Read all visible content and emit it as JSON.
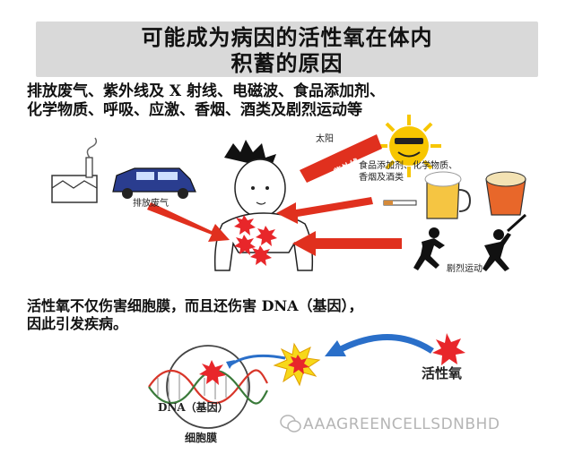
{
  "title": {
    "line1": "可能成为病因的活性氧在体内",
    "line2": "积蓄的原因"
  },
  "causes": {
    "line1": "排放废气、紫外线及 X 射线、电磁波、食品添加剂、",
    "line2": "化学物质、呼吸、应激、香烟、酒类及剧烈运动等"
  },
  "illustration": {
    "sun_label": "太阳",
    "uv_label": "紫外线",
    "exhaust_label": "排放废气",
    "food_label_1": "食品添加剂、化学物质、",
    "food_label_2": "香烟及酒类",
    "exercise_label": "剧烈运动"
  },
  "statement": {
    "line1": "活性氧不仅伤害细胞膜，而且还伤害 DNA（基因），",
    "line2": "因此引发疾病。"
  },
  "diagram": {
    "dna_label": "DNA（基因）",
    "membrane_label": "细胞膜",
    "ros_label": "活性氧"
  },
  "watermark": "AAAGREENCELLSDNBHD",
  "colors": {
    "arrow_red": "#e0301e",
    "arrow_blue": "#2a6fc9",
    "sun_yellow": "#f7c600",
    "title_gray": "#d9d9d9",
    "burst_red": "#e8262a"
  }
}
